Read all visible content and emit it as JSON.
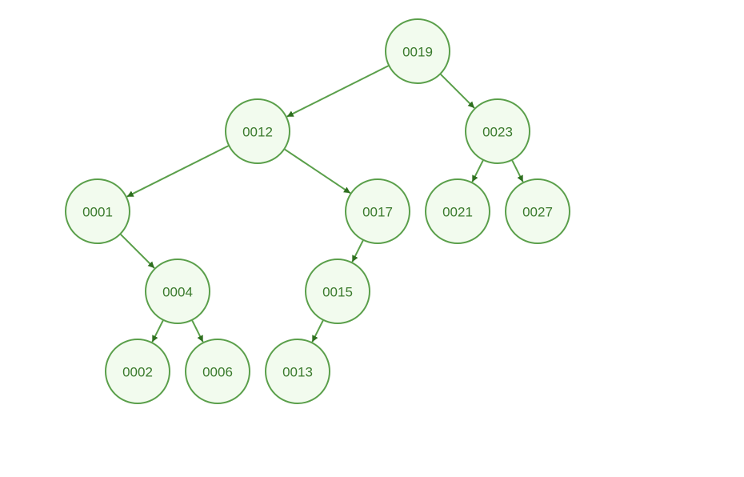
{
  "colors": {
    "node_fill": "#f2fbee",
    "node_stroke": "#5a9f4a",
    "label": "#3a7a2c",
    "edge": "#5a9f4a",
    "arrow": "#2e6f1f"
  },
  "tree": {
    "nodes": [
      {
        "id": "n19",
        "label": "0019"
      },
      {
        "id": "n12",
        "label": "0012"
      },
      {
        "id": "n23",
        "label": "0023"
      },
      {
        "id": "n01",
        "label": "0001"
      },
      {
        "id": "n17",
        "label": "0017"
      },
      {
        "id": "n21",
        "label": "0021"
      },
      {
        "id": "n27",
        "label": "0027"
      },
      {
        "id": "n04",
        "label": "0004"
      },
      {
        "id": "n15",
        "label": "0015"
      },
      {
        "id": "n02",
        "label": "0002"
      },
      {
        "id": "n06",
        "label": "0006"
      },
      {
        "id": "n13",
        "label": "0013"
      }
    ],
    "edges": [
      {
        "from": "n19",
        "to": "n12"
      },
      {
        "from": "n19",
        "to": "n23"
      },
      {
        "from": "n12",
        "to": "n01"
      },
      {
        "from": "n12",
        "to": "n17"
      },
      {
        "from": "n23",
        "to": "n21"
      },
      {
        "from": "n23",
        "to": "n27"
      },
      {
        "from": "n01",
        "to": "n04"
      },
      {
        "from": "n17",
        "to": "n15"
      },
      {
        "from": "n04",
        "to": "n02"
      },
      {
        "from": "n04",
        "to": "n06"
      },
      {
        "from": "n15",
        "to": "n13"
      }
    ]
  }
}
